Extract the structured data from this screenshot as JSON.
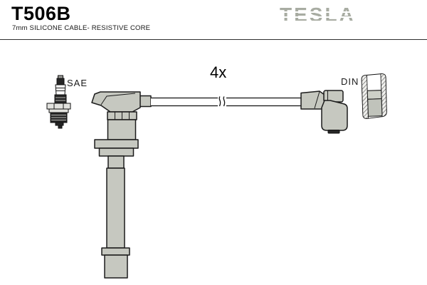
{
  "header": {
    "part_number": "T506B",
    "subtitle": "7mm SILICONE CABLE- RESISTIVE CORE",
    "brand": "TESLA"
  },
  "diagram": {
    "quantity_label": "4x",
    "sae_label": "SAE",
    "din_label": "DIN",
    "parts": [
      "spark-plug",
      "long-spark-plug-boot-with-elbow",
      "silicone-cable-with-break-symbol",
      "angled-distributor-boot",
      "din-terminal-cross-section"
    ]
  },
  "colors": {
    "boot_gray": "#c6c8c0",
    "outline_color": "#1b1b1b",
    "brand_gray": "#a8aca2",
    "divider_color": "#2f2f2f"
  }
}
